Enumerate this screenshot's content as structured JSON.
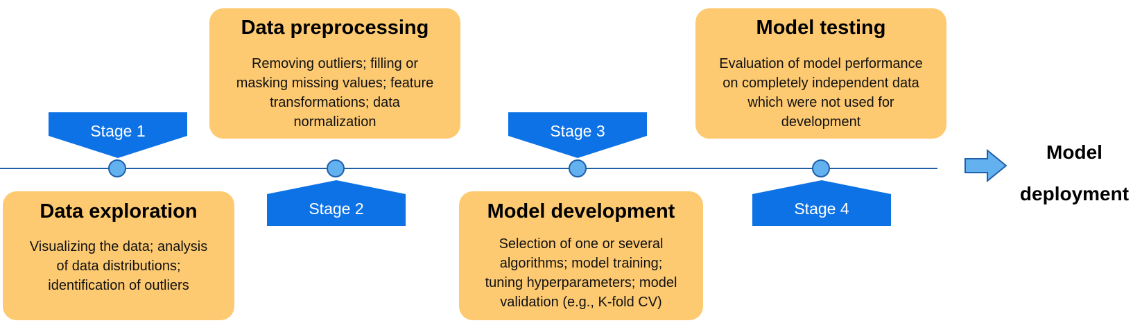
{
  "colors": {
    "timeline": "#1f5fa8",
    "node_fill": "#64b1f0",
    "card_fill": "#fdca72",
    "stage_fill": "#0d72e5",
    "arrow_fill": "#64b1f0"
  },
  "stages": [
    {
      "label": "Stage 1"
    },
    {
      "label": "Stage 2"
    },
    {
      "label": "Stage 3"
    },
    {
      "label": "Stage 4"
    }
  ],
  "cards": {
    "data_exploration": {
      "title": "Data exploration",
      "desc": [
        "Visualizing the data; analysis",
        "of data distributions;",
        "identification of outliers"
      ]
    },
    "data_preprocessing": {
      "title": "Data preprocessing",
      "desc": [
        "Removing outliers; filling or",
        "masking missing values; feature",
        "transformations; data",
        "normalization"
      ]
    },
    "model_development": {
      "title": "Model development",
      "desc": [
        "Selection of one or several",
        "algorithms; model training;",
        "tuning hyperparameters; model",
        "validation (e.g., K-fold CV)"
      ]
    },
    "model_testing": {
      "title": "Model testing",
      "desc": [
        "Evaluation of model performance",
        "on completely independent data",
        "which were not used for",
        "development"
      ]
    }
  },
  "deployment": {
    "line1": "Model",
    "line2": "deployment"
  }
}
